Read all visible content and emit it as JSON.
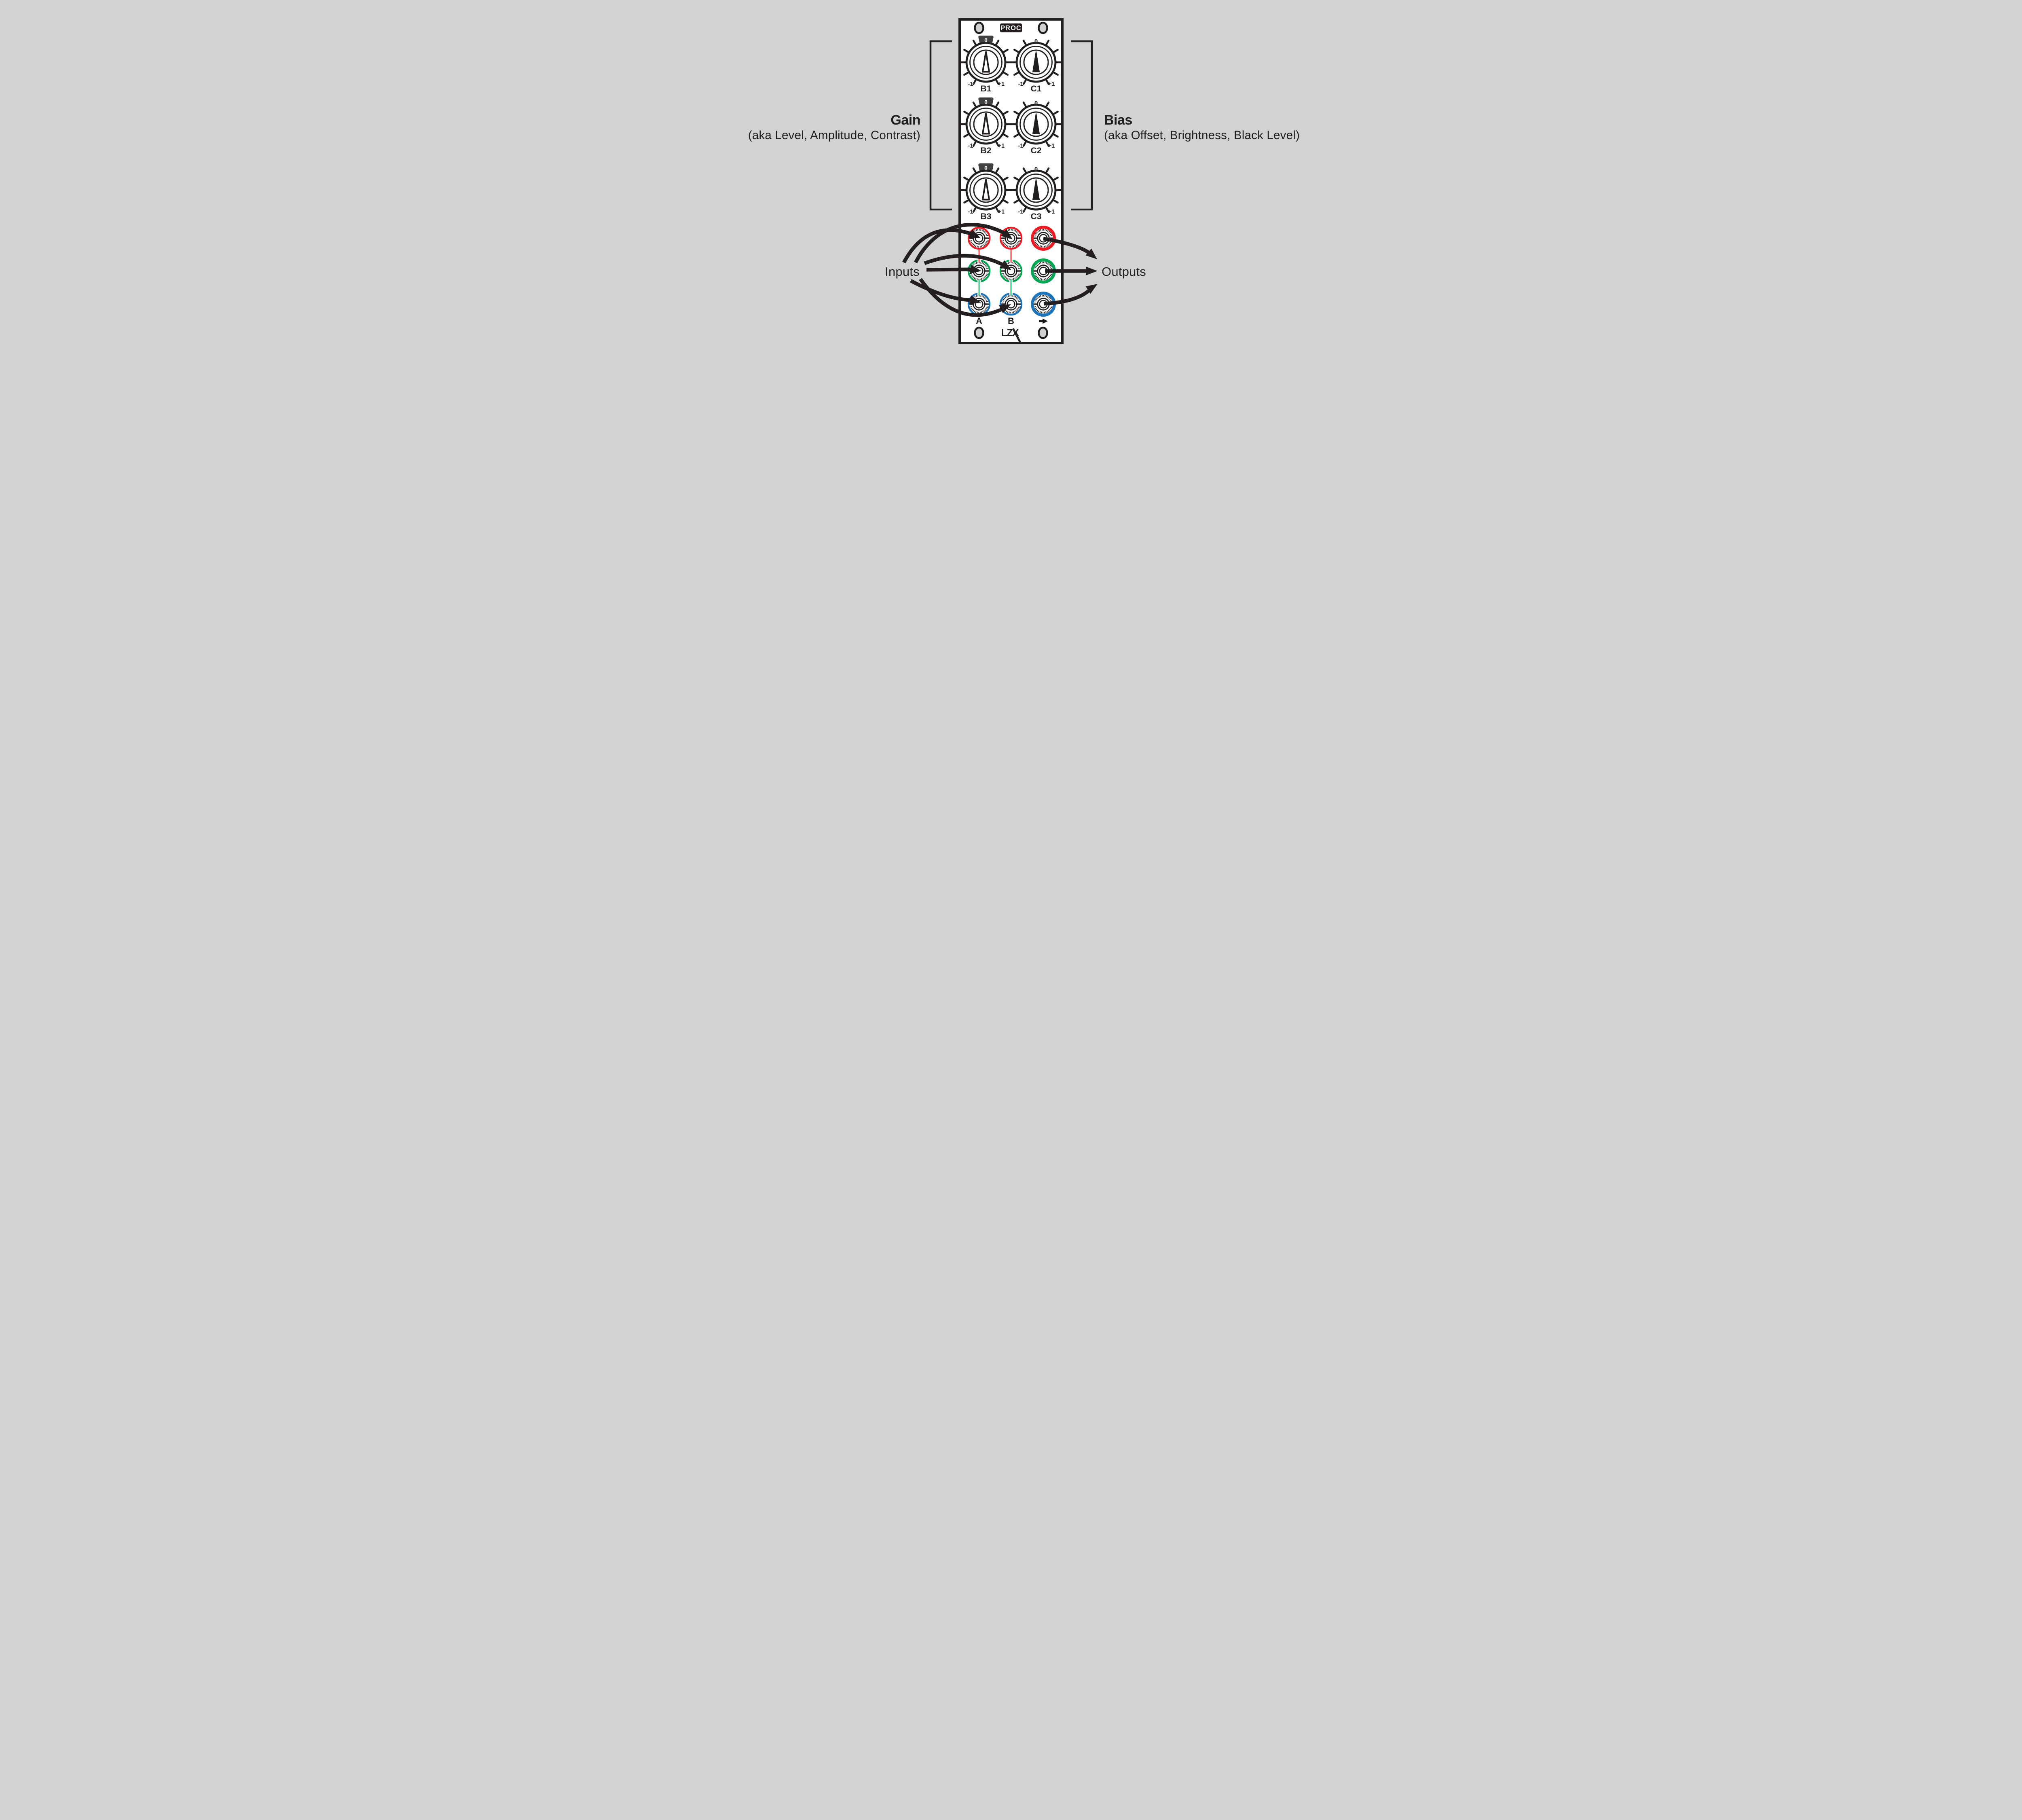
{
  "background_color": "#d2d2d2",
  "ink_color": "#231f20",
  "module": {
    "title": "PROC",
    "logo": "LZX",
    "panel_color": "#ffffff",
    "tab_color": "#414042",
    "screw_color": "#d0d0d0"
  },
  "knob_scale": {
    "min": "-1",
    "max": "+1",
    "zero": "0"
  },
  "knobs": [
    {
      "name": "B1"
    },
    {
      "name": "C1"
    },
    {
      "name": "B2"
    },
    {
      "name": "C2"
    },
    {
      "name": "B3"
    },
    {
      "name": "C3"
    }
  ],
  "annotations": {
    "gain": {
      "title": "Gain",
      "subtitle": "(aka Level, Amplitude, Contrast)"
    },
    "bias": {
      "title": "Bias",
      "subtitle": "(aka Offset, Brightness, Black Level)"
    },
    "inputs": "Inputs",
    "outputs": "Outputs"
  },
  "jacks": {
    "column_labels": [
      "A",
      "B"
    ],
    "row_colors": {
      "red": "#ed1c24",
      "green": "#00a651",
      "blue": "#1c75bc"
    },
    "icons": {
      "output_arrow": "➡"
    }
  }
}
